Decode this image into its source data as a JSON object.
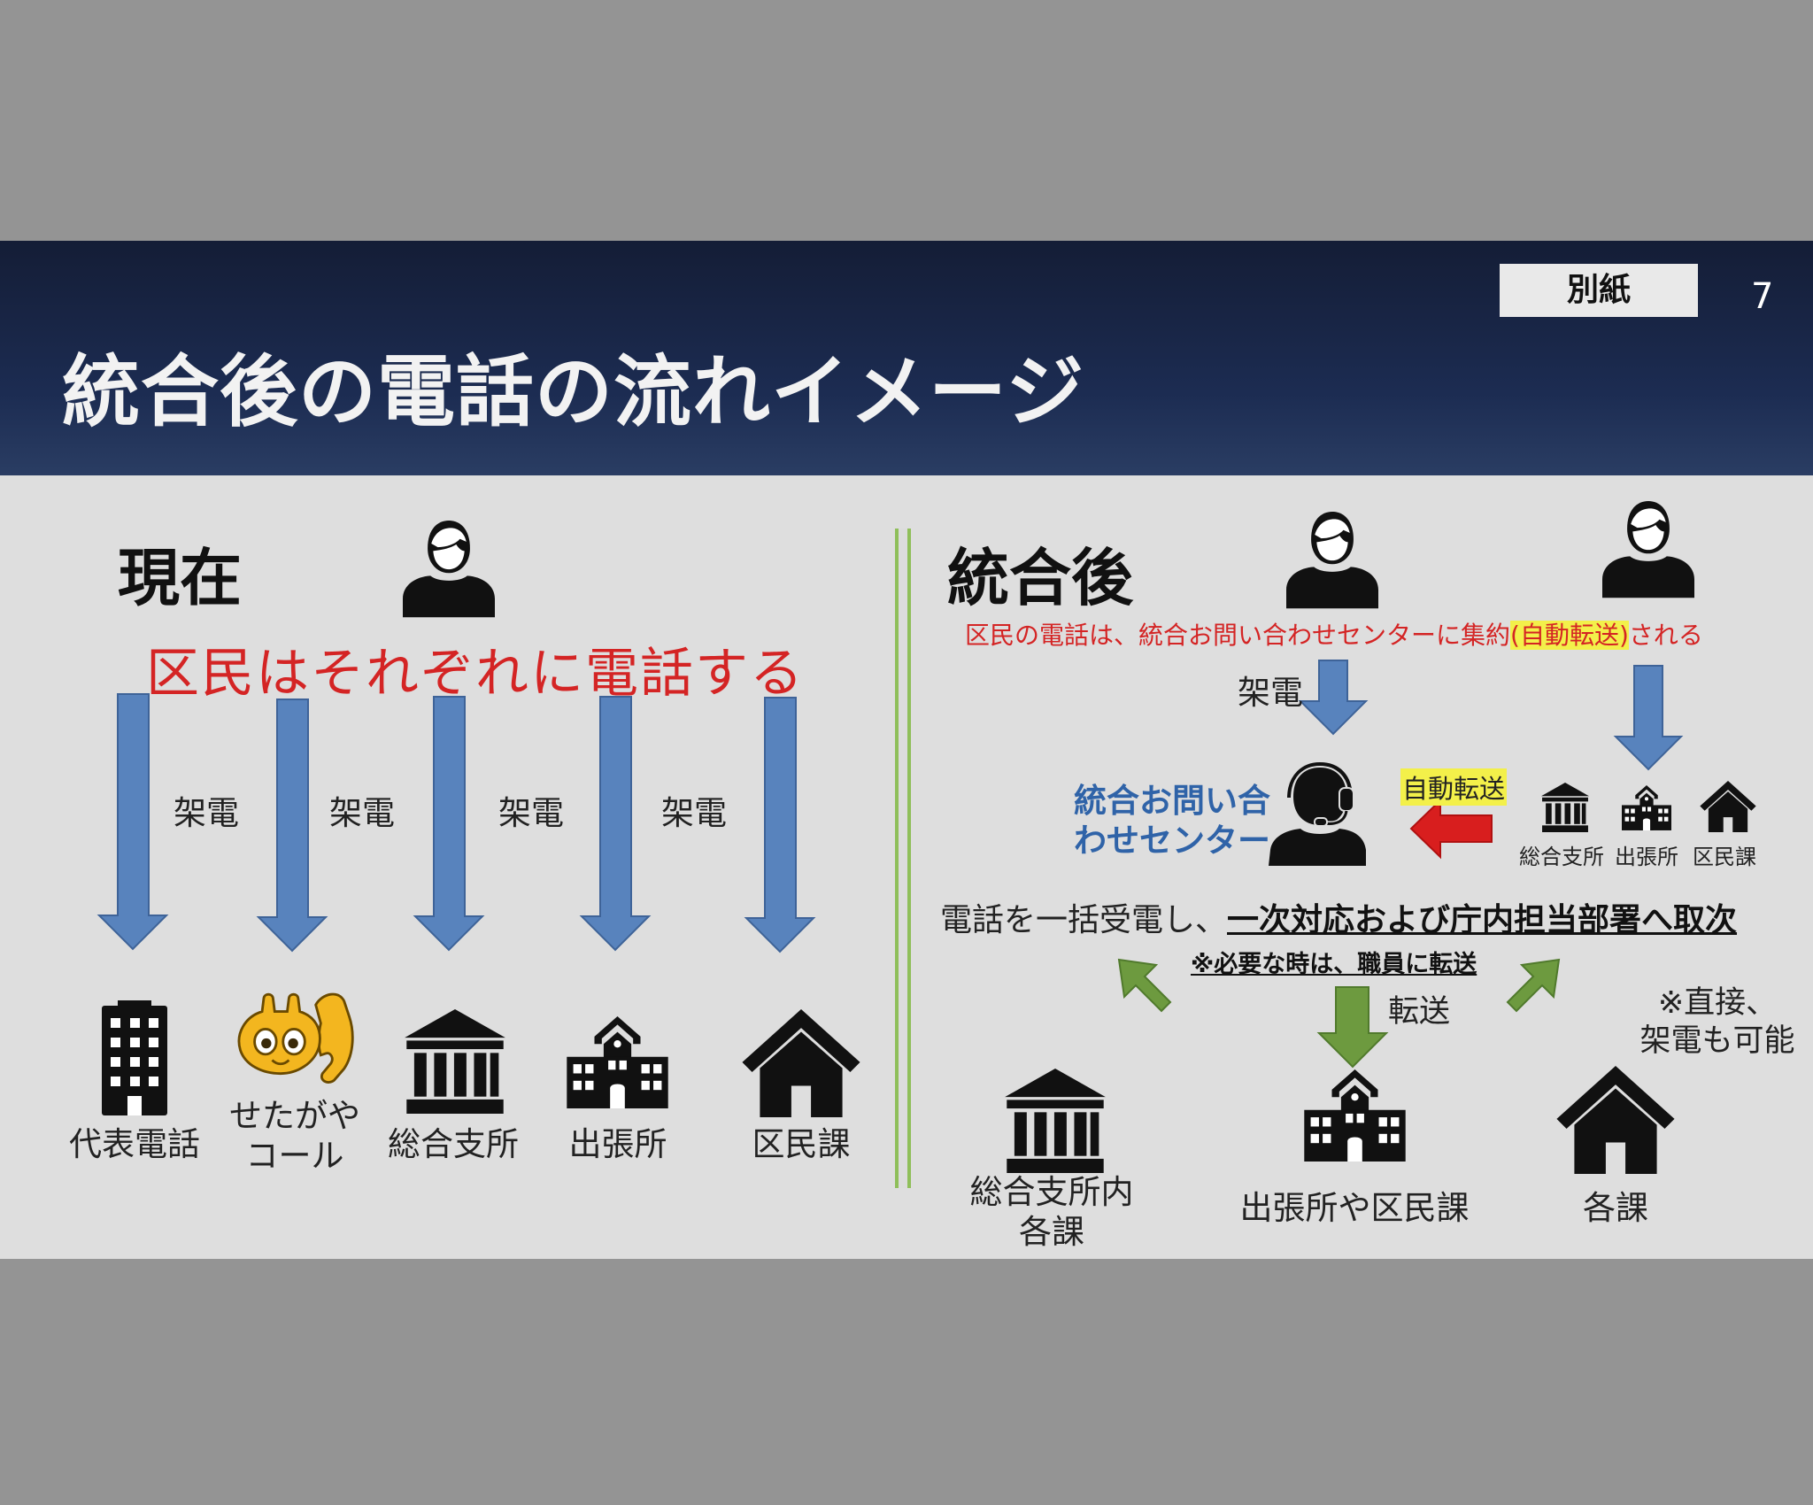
{
  "header": {
    "title": "統合後の電話の流れイメージ",
    "badge": "別紙",
    "page_number": "7"
  },
  "left": {
    "heading": "現在",
    "caption": "区民はそれぞれに電話する",
    "arrow_label": "架電",
    "destinations": [
      {
        "icon": "office-building-icon",
        "label": "代表電話"
      },
      {
        "icon": "setagaya-mascot-phone-icon",
        "label": "せたがや\nコール"
      },
      {
        "icon": "government-building-icon",
        "label": "総合支所"
      },
      {
        "icon": "school-building-icon",
        "label": "出張所"
      },
      {
        "icon": "house-icon",
        "label": "区民課"
      }
    ]
  },
  "right": {
    "heading": "統合後",
    "note_prefix": "区民の電話は、統合お問い合わせセンターに集約",
    "note_highlight": "(自動転送)",
    "note_suffix": "される",
    "call_label": "架電",
    "auto_transfer_label": "自動転送",
    "center_name": "統合お問い合\nわせセンター",
    "small_offices": [
      "総合支所",
      "出張所",
      "区民課"
    ],
    "summary_prefix": "電話を一括受電し、",
    "summary_emphasis": "一次対応および庁内担当部署へ取次",
    "transfer_note": "※必要な時は、職員に転送",
    "transfer_label": "転送",
    "direct_note": "※直接、\n架電も可能",
    "bottom": [
      {
        "icon": "government-building-icon",
        "label": "総合支所内\n各課"
      },
      {
        "icon": "school-building-icon",
        "label": "出張所や区民課"
      },
      {
        "icon": "house-icon",
        "label": "各課"
      }
    ]
  },
  "colors": {
    "blue_arrow": "#5883bd",
    "green_arrow": "#6d9a3f",
    "red_arrow": "#d81e1e",
    "highlight": "#f3f04a",
    "center_text": "#2f63a8"
  }
}
